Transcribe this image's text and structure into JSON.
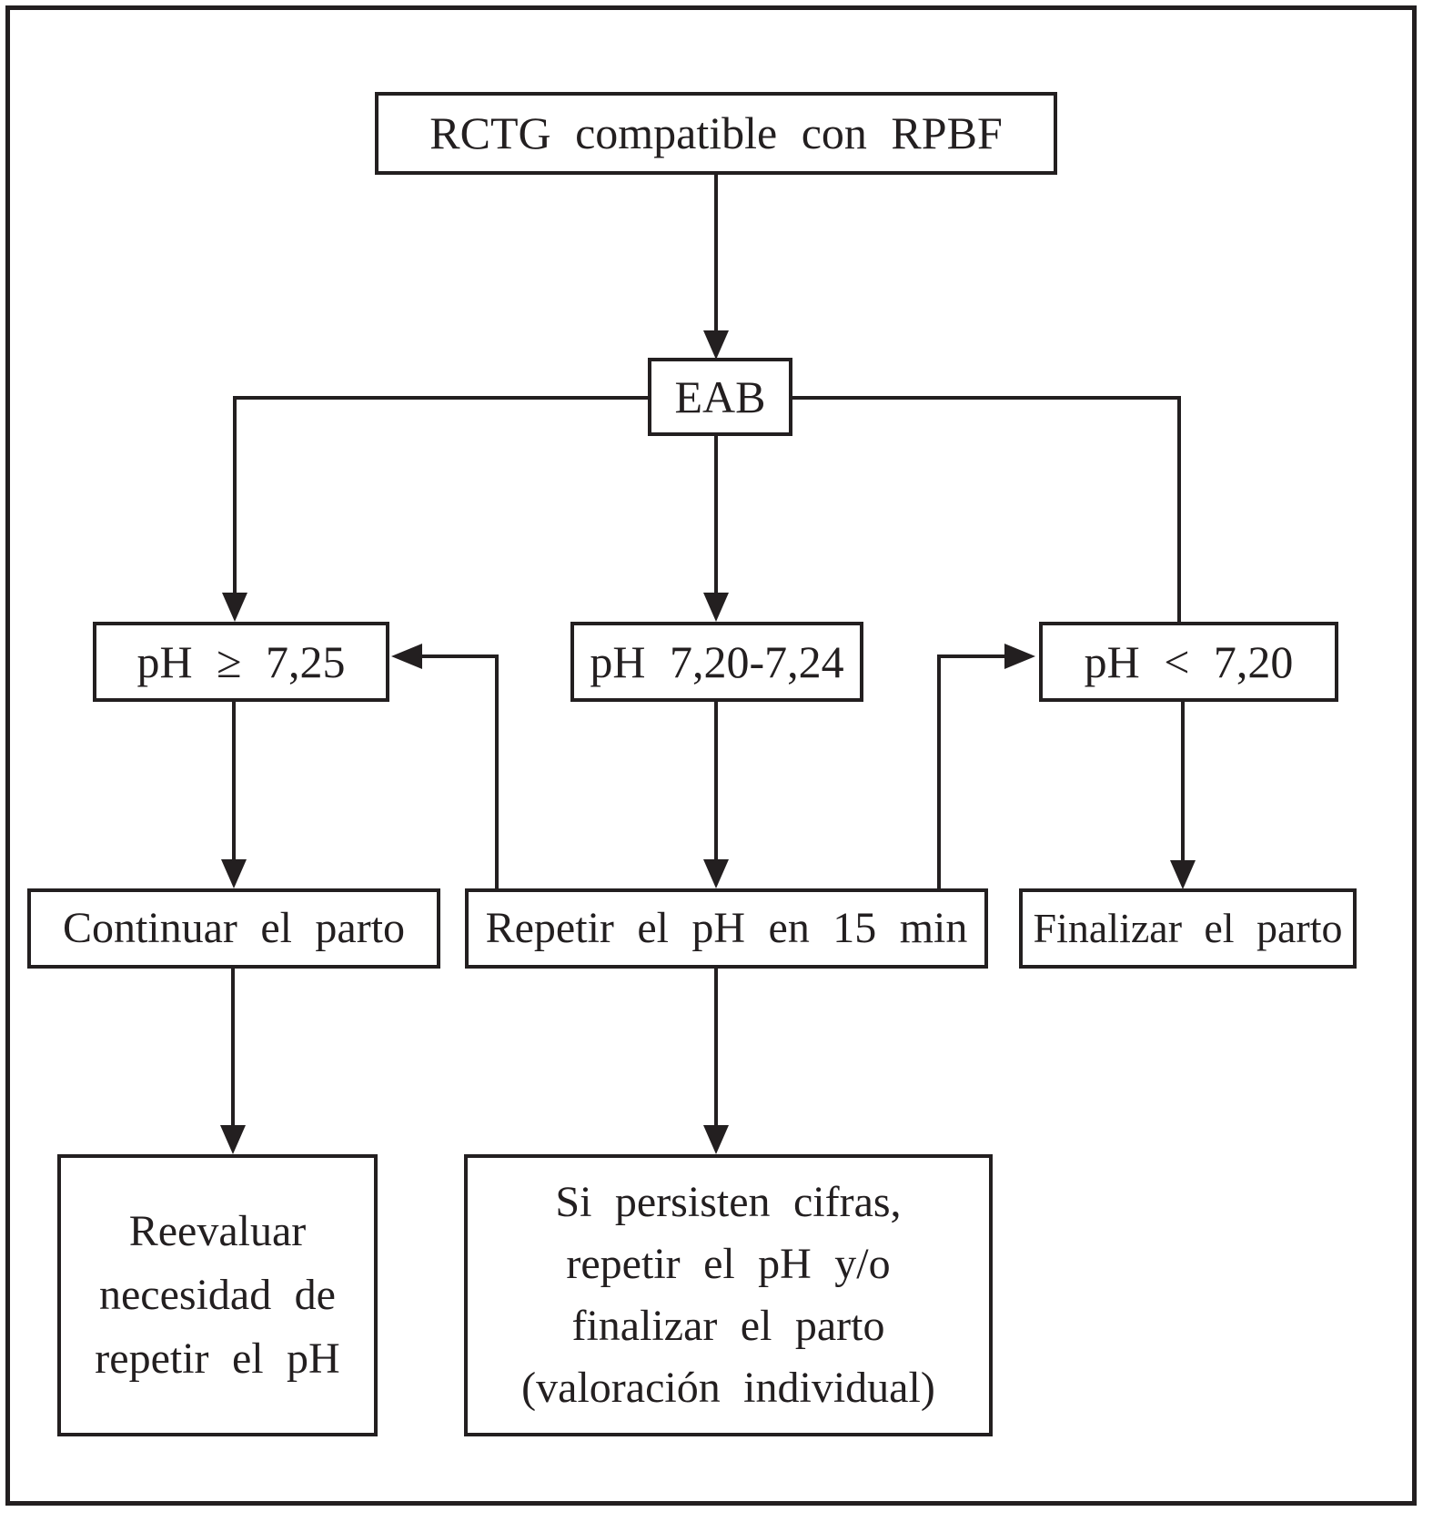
{
  "flowchart": {
    "boxes": {
      "rctg": {
        "label": "RCTG compatible con RPBF"
      },
      "eab": {
        "label": "EAB"
      },
      "ph_high": {
        "label": "pH ≥ 7,25"
      },
      "ph_mid": {
        "label": "pH 7,20-7,24"
      },
      "ph_low": {
        "label": "pH < 7,20"
      },
      "continuar": {
        "label": "Continuar el parto"
      },
      "repetir": {
        "label": "Repetir el pH en 15 min"
      },
      "finalizar": {
        "label": "Finalizar el parto"
      },
      "reevaluar": {
        "lines": [
          "Reevaluar",
          "necesidad de",
          "repetir el pH"
        ]
      },
      "persisten": {
        "lines": [
          "Si persisten cifras,",
          "repetir el pH y/o",
          "finalizar el parto",
          "(valoración individual)"
        ]
      }
    },
    "colors": {
      "ink": "#231f20",
      "background": "#ffffff"
    }
  }
}
